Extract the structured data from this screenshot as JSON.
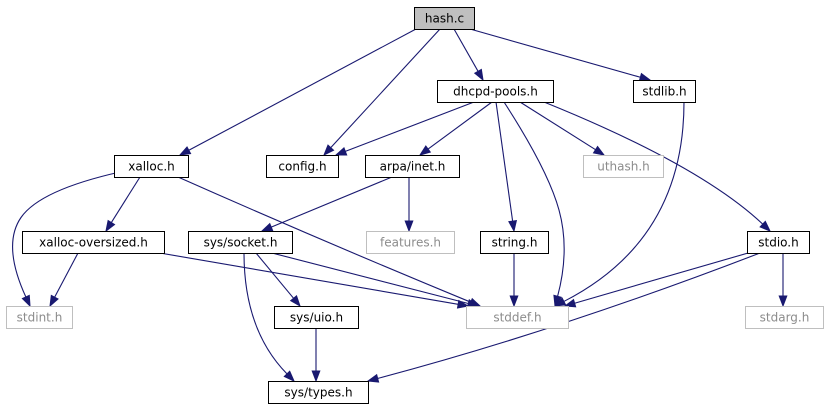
{
  "graph": {
    "nodes": [
      {
        "id": "hash_c",
        "label": "hash.c",
        "style": "root"
      },
      {
        "id": "dhcpd_pools_h",
        "label": "dhcpd-pools.h",
        "style": "normal"
      },
      {
        "id": "stdlib_h",
        "label": "stdlib.h",
        "style": "normal"
      },
      {
        "id": "xalloc_h",
        "label": "xalloc.h",
        "style": "normal"
      },
      {
        "id": "config_h",
        "label": "config.h",
        "style": "normal"
      },
      {
        "id": "arpa_inet_h",
        "label": "arpa/inet.h",
        "style": "normal"
      },
      {
        "id": "uthash_h",
        "label": "uthash.h",
        "style": "missing"
      },
      {
        "id": "xalloc_oversized_h",
        "label": "xalloc-oversized.h",
        "style": "normal"
      },
      {
        "id": "sys_socket_h",
        "label": "sys/socket.h",
        "style": "normal"
      },
      {
        "id": "features_h",
        "label": "features.h",
        "style": "missing"
      },
      {
        "id": "string_h",
        "label": "string.h",
        "style": "normal"
      },
      {
        "id": "stdio_h",
        "label": "stdio.h",
        "style": "normal"
      },
      {
        "id": "stdint_h",
        "label": "stdint.h",
        "style": "missing"
      },
      {
        "id": "stddef_h",
        "label": "stddef.h",
        "style": "missing"
      },
      {
        "id": "sys_uio_h",
        "label": "sys/uio.h",
        "style": "normal"
      },
      {
        "id": "stdarg_h",
        "label": "stdarg.h",
        "style": "missing"
      },
      {
        "id": "sys_types_h",
        "label": "sys/types.h",
        "style": "normal"
      }
    ],
    "edges": [
      {
        "from": "hash_c",
        "to": "dhcpd_pools_h"
      },
      {
        "from": "hash_c",
        "to": "config_h"
      },
      {
        "from": "hash_c",
        "to": "stdlib_h"
      },
      {
        "from": "hash_c",
        "to": "xalloc_h"
      },
      {
        "from": "dhcpd_pools_h",
        "to": "config_h"
      },
      {
        "from": "dhcpd_pools_h",
        "to": "arpa_inet_h"
      },
      {
        "from": "dhcpd_pools_h",
        "to": "uthash_h"
      },
      {
        "from": "dhcpd_pools_h",
        "to": "string_h"
      },
      {
        "from": "dhcpd_pools_h",
        "to": "stddef_h"
      },
      {
        "from": "dhcpd_pools_h",
        "to": "stdio_h"
      },
      {
        "from": "stdlib_h",
        "to": "stddef_h"
      },
      {
        "from": "xalloc_h",
        "to": "xalloc_oversized_h"
      },
      {
        "from": "xalloc_h",
        "to": "stdint_h"
      },
      {
        "from": "xalloc_h",
        "to": "stddef_h"
      },
      {
        "from": "arpa_inet_h",
        "to": "sys_socket_h"
      },
      {
        "from": "arpa_inet_h",
        "to": "features_h"
      },
      {
        "from": "xalloc_oversized_h",
        "to": "stdint_h"
      },
      {
        "from": "xalloc_oversized_h",
        "to": "stddef_h"
      },
      {
        "from": "sys_socket_h",
        "to": "sys_uio_h"
      },
      {
        "from": "sys_socket_h",
        "to": "stddef_h"
      },
      {
        "from": "sys_socket_h",
        "to": "sys_types_h"
      },
      {
        "from": "string_h",
        "to": "stddef_h"
      },
      {
        "from": "stdio_h",
        "to": "stddef_h"
      },
      {
        "from": "stdio_h",
        "to": "stdarg_h"
      },
      {
        "from": "stdio_h",
        "to": "sys_types_h"
      },
      {
        "from": "sys_uio_h",
        "to": "sys_types_h"
      }
    ]
  },
  "colors": {
    "edge": "#191970",
    "node_border": "#000000",
    "missing_border": "#bfbfbf",
    "root_fill": "#bfbfbf",
    "text": "#000000",
    "missing_text": "#8c8c8c"
  }
}
